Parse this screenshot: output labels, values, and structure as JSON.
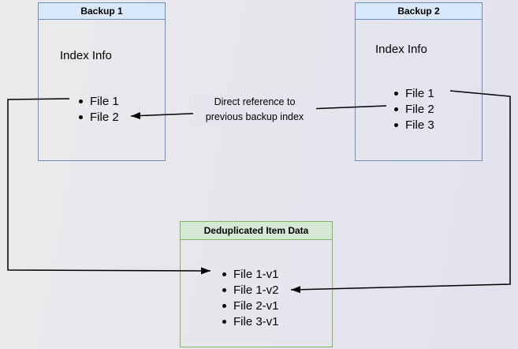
{
  "colors": {
    "canvas_bg_left": "#ebeaeb",
    "canvas_bg_right": "#e2e2ef",
    "blue_border": "#6c8ebf",
    "blue_fill": "#dae8fc",
    "green_border": "#82b366",
    "green_fill": "#d5e8d4",
    "arrow": "#000000",
    "text": "#000000",
    "label_bg": "#e6e5ee"
  },
  "backup1": {
    "title": "Backup 1",
    "section_label": "Index Info",
    "items": [
      "File 1",
      "File 2"
    ]
  },
  "backup2": {
    "title": "Backup 2",
    "section_label": "Index Info",
    "items": [
      "File 1",
      "File 2",
      "File 3"
    ]
  },
  "dedup": {
    "title": "Deduplicated Item Data",
    "items": [
      "File 1-v1",
      "File 1-v2",
      "File 2-v1",
      "File 3-v1"
    ]
  },
  "edge_label": {
    "line1": "Direct reference to",
    "line2": "previous backup index"
  }
}
